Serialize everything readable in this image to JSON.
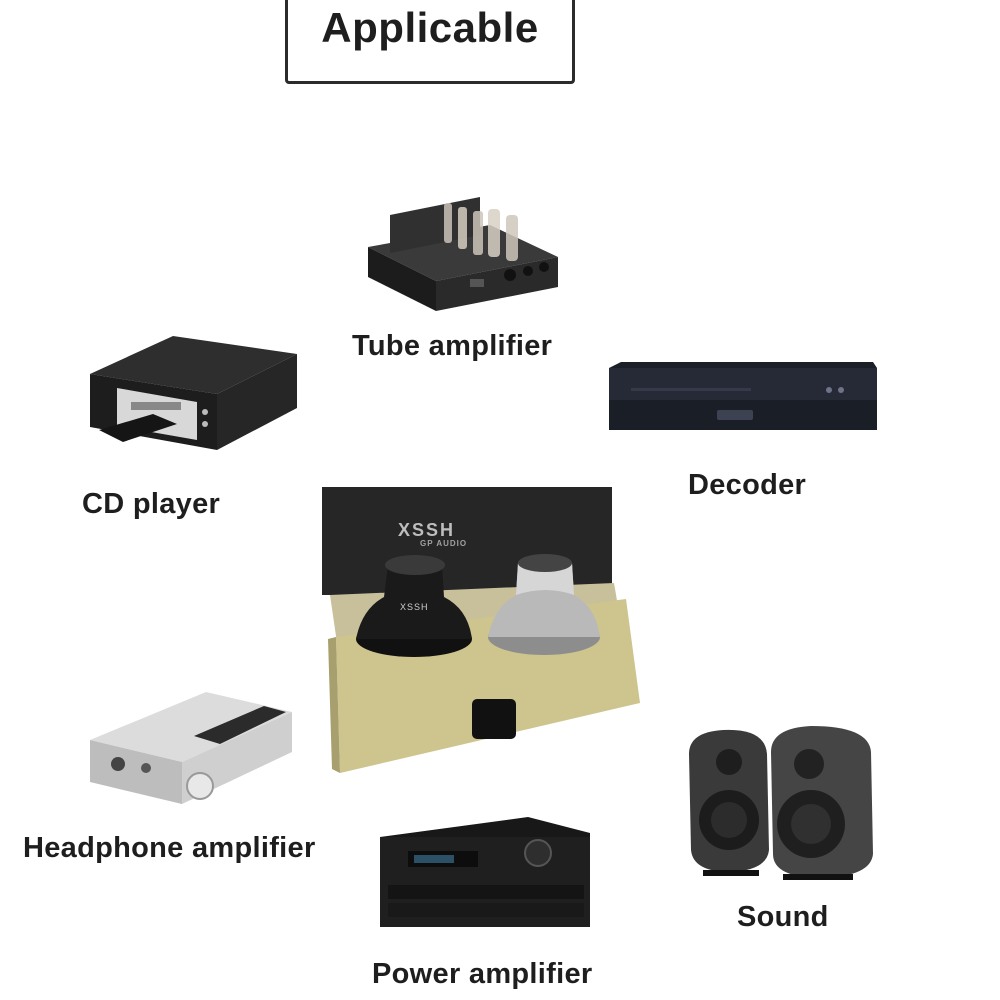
{
  "title": "Applicable",
  "product": {
    "box_brand": "XSSH",
    "box_subtitle": "GP AUDIO",
    "foot_engraving": "XSSH"
  },
  "devices": [
    {
      "id": "tube-amplifier",
      "label": "Tube amplifier"
    },
    {
      "id": "cd-player",
      "label": "CD player"
    },
    {
      "id": "decoder",
      "label": "Decoder"
    },
    {
      "id": "headphone-amplifier",
      "label": "Headphone amplifier"
    },
    {
      "id": "power-amplifier",
      "label": "Power amplifier"
    },
    {
      "id": "sound",
      "label": "Sound"
    }
  ]
}
